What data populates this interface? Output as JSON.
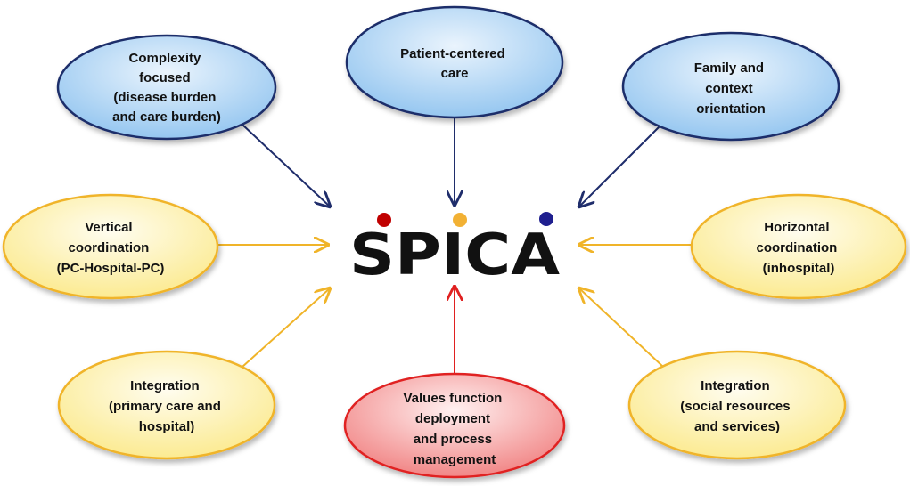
{
  "center": {
    "title": "SPICA",
    "dot_colors": [
      "#c00000",
      "#f2b134",
      "#1f1f8f"
    ]
  },
  "nodes": [
    {
      "id": "complexity",
      "lines": [
        "Complexity",
        "focused",
        "(disease burden",
        "and care burden)"
      ],
      "style": "blue"
    },
    {
      "id": "patient",
      "lines": [
        "Patient-centered",
        "care"
      ],
      "style": "blue"
    },
    {
      "id": "family",
      "lines": [
        "Family and",
        "context",
        "orientation"
      ],
      "style": "blue"
    },
    {
      "id": "vertical",
      "lines": [
        "Vertical",
        "coordination",
        "(PC-Hospital-PC)"
      ],
      "style": "yellow"
    },
    {
      "id": "horizontal",
      "lines": [
        "Horizontal",
        "coordination",
        "(inhospital)"
      ],
      "style": "yellow"
    },
    {
      "id": "integration-primary",
      "lines": [
        "Integration",
        "(primary care and",
        "hospital)"
      ],
      "style": "yellow"
    },
    {
      "id": "values",
      "lines": [
        "Values function",
        "deployment",
        "and process",
        "management"
      ],
      "style": "red"
    },
    {
      "id": "integration-social",
      "lines": [
        "Integration",
        "(social resources",
        "and services)"
      ],
      "style": "yellow"
    }
  ],
  "colors": {
    "blue_arrow": "#1f2d6b",
    "yellow_arrow": "#f0b429",
    "red_arrow": "#e02020"
  }
}
